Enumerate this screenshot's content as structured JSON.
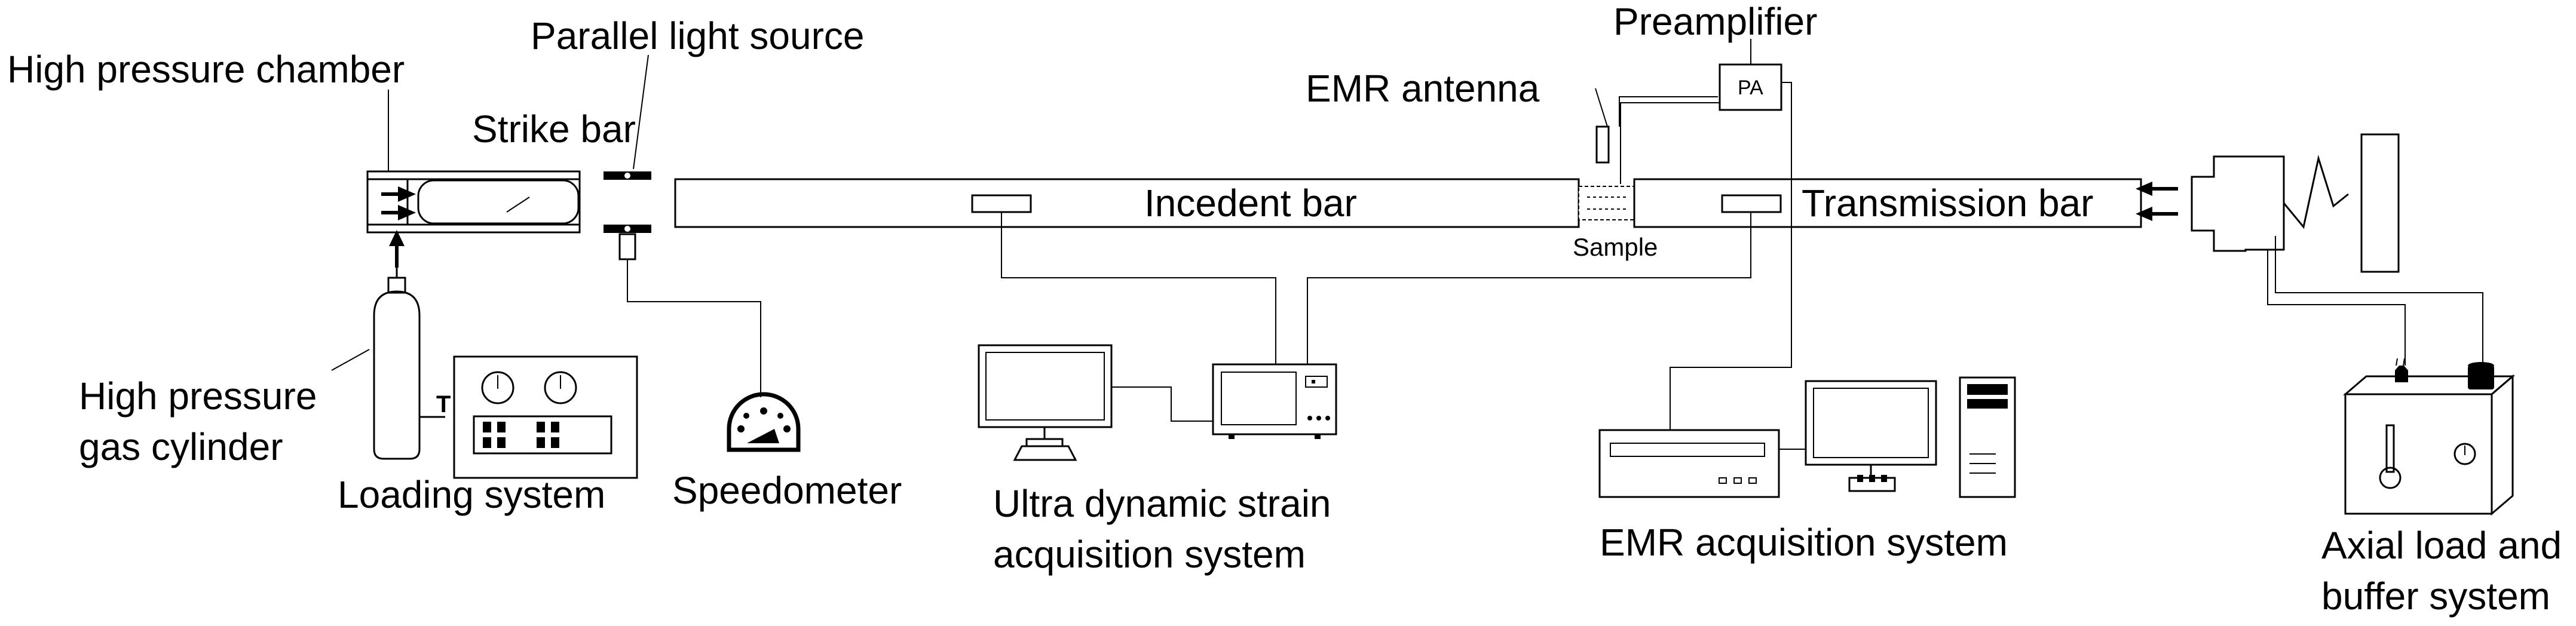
{
  "labels": {
    "high_pressure_chamber": "High pressure chamber",
    "parallel_light_source": "Parallel light source",
    "strike_bar": "Strike bar",
    "preamplifier": "Preamplifier",
    "pa": "PA",
    "emr_antenna": "EMR antenna",
    "incedent_bar": "Incedent bar",
    "transmission_bar": "Transmission bar",
    "sample": "Sample",
    "gas_cylinder_line1": "High pressure",
    "gas_cylinder_line2": "gas cylinder",
    "valve": "T",
    "loading_system": "Loading system",
    "speedometer": "Speedometer",
    "strain_line1": "Ultra dynamic strain",
    "strain_line2": "acquisition system",
    "emr_acquisition": "EMR acquisition system",
    "axial_line1": "Axial load and",
    "axial_line2": "buffer system"
  }
}
